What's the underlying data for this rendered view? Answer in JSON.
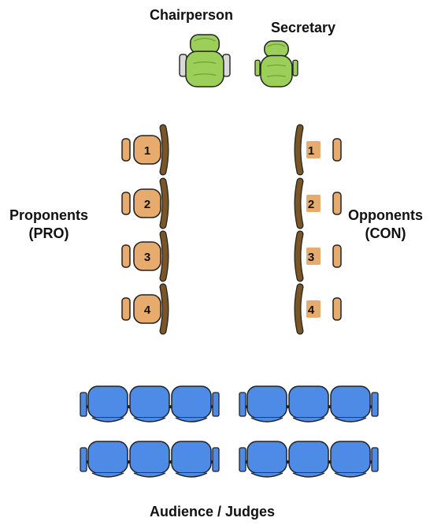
{
  "roles": {
    "chairperson": "Chairperson",
    "secretary": "Secretary",
    "pro_line1": "Proponents",
    "pro_line2": "(PRO)",
    "con_line1": "Opponents",
    "con_line2": "(CON)",
    "audience": "Audience / Judges"
  },
  "seats": {
    "pro": [
      "1",
      "2",
      "3",
      "4"
    ],
    "con": [
      "1",
      "2",
      "3",
      "4"
    ]
  },
  "colors": {
    "officer_chair": "#9ccf5a",
    "officer_chair_dark": "#6f9f36",
    "debater_seat": "#e8ab6e",
    "debater_back": "#7a5526",
    "audience_seat": "#4d8be6",
    "audience_dark": "#1f4f9e",
    "outline": "#222222"
  },
  "audience_layout": {
    "blocks": 2,
    "rows_per_block": 2,
    "seats_per_row": 3
  }
}
